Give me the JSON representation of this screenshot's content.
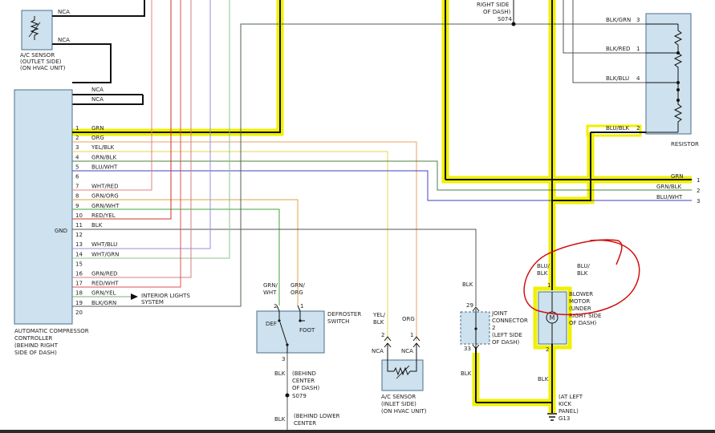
{
  "colors": {
    "highlight": "#f0f000",
    "wire_dark": "#111111",
    "box_fill": "#cde1ee",
    "box_stroke": "#4a6e89",
    "annotation": "#d01010"
  },
  "ac_sensor_outlet": {
    "label": [
      "A/C SENSOR",
      "(OUTLET SIDE)",
      "(ON HVAC UNIT)"
    ],
    "nca1": "NCA",
    "nca2": "NCA"
  },
  "controller": {
    "gnd": "GND",
    "label": [
      "AUTOMATIC COMPRESSOR",
      "CONTROLLER",
      "(BEHIND RIGHT",
      "SIDE OF DASH)"
    ],
    "nca_top": [
      "NCA",
      "NCA"
    ],
    "pins": [
      {
        "n": "1",
        "w": "GRN"
      },
      {
        "n": "2",
        "w": "ORG"
      },
      {
        "n": "3",
        "w": "YEL/BLK"
      },
      {
        "n": "4",
        "w": "GRN/BLK"
      },
      {
        "n": "5",
        "w": "BLU/WHT"
      },
      {
        "n": "6",
        "w": ""
      },
      {
        "n": "7",
        "w": "WHT/RED"
      },
      {
        "n": "8",
        "w": "GRN/ORG"
      },
      {
        "n": "9",
        "w": "GRN/WHT"
      },
      {
        "n": "10",
        "w": "RED/YEL"
      },
      {
        "n": "11",
        "w": "BLK"
      },
      {
        "n": "12",
        "w": ""
      },
      {
        "n": "13",
        "w": "WHT/BLU"
      },
      {
        "n": "14",
        "w": "WHT/GRN"
      },
      {
        "n": "15",
        "w": ""
      },
      {
        "n": "16",
        "w": "GRN/RED"
      },
      {
        "n": "17",
        "w": "RED/WHT"
      },
      {
        "n": "18",
        "w": "GRN/YEL"
      },
      {
        "n": "19",
        "w": "BLK/GRN"
      },
      {
        "n": "20",
        "w": ""
      }
    ],
    "interior_lights": [
      "INTERIOR LIGHTS",
      "SYSTEM"
    ]
  },
  "top_labels": {
    "right_side": [
      "RIGHT SIDE",
      "OF DASH)"
    ],
    "s074": "S074"
  },
  "resistor": {
    "title": "RESISTOR",
    "pins": [
      {
        "n": "3",
        "w": "BLK/GRN"
      },
      {
        "n": "1",
        "w": "BLK/RED"
      },
      {
        "n": "4",
        "w": "BLK/BLU"
      },
      {
        "n": "2",
        "w": "BLU/BLK"
      }
    ]
  },
  "right_wires": [
    {
      "w": "GRN",
      "n": "1"
    },
    {
      "w": "GRN/BLK",
      "n": "2"
    },
    {
      "w": "BLU/WHT",
      "n": "3"
    }
  ],
  "defroster": {
    "label": [
      "DEFROSTER",
      "SWITCH"
    ],
    "def": "DEF",
    "foot": "FOOT",
    "wire_left": [
      "GRN/",
      "WHT"
    ],
    "wire_right": [
      "GRN/",
      "ORG"
    ],
    "pin_left": "2",
    "pin_right": "1",
    "pin_bottom": "3",
    "blk": "BLK",
    "behind": [
      "(BEHIND",
      "CENTER",
      "OF DASH)"
    ],
    "s079": "S079",
    "blk2": "BLK",
    "behind_lower": [
      "(BEHIND LOWER",
      "CENTER"
    ]
  },
  "ac_sensor_inlet": {
    "label": [
      "A/C SENSOR",
      "(INLET SIDE)",
      "(ON HVAC UNIT)"
    ],
    "wire_left": [
      "YEL/",
      "BLK"
    ],
    "wire_right": "ORG",
    "pin_left": "2",
    "pin_right": "1",
    "nca_left": "NCA",
    "nca_right": "NCA"
  },
  "joint": {
    "blk_top": "BLK",
    "pin_top": "29",
    "pin_bottom": "33",
    "blk_bottom": "BLK",
    "label": [
      "JOINT",
      "CONNECTOR",
      "2",
      "(LEFT SIDE",
      "OF DASH)"
    ]
  },
  "blower": {
    "wire_left": [
      "BLU/",
      "BLK"
    ],
    "wire_right": [
      "BLU/",
      "BLK"
    ],
    "pin_top": "1",
    "pin_bottom": "2",
    "motor": "M",
    "label": [
      "BLOWER",
      "MOTOR",
      "(UNDER",
      "RIGHT SIDE",
      "OF DASH)"
    ],
    "blk": "BLK",
    "ground": [
      "(AT LEFT",
      "KICK",
      "PANEL)"
    ],
    "g13": "G13"
  }
}
